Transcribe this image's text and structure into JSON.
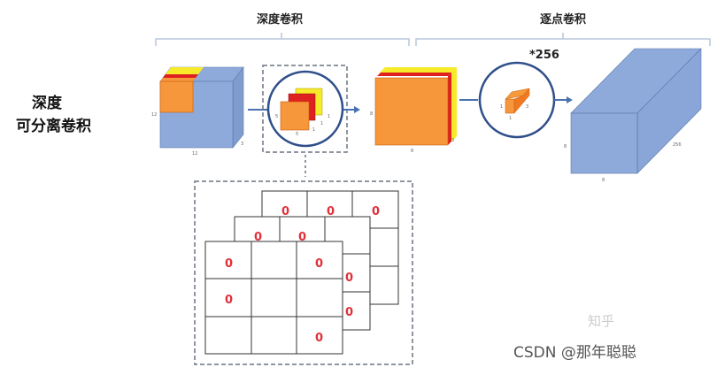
{
  "headers": {
    "depthwise": "深度卷积",
    "pointwise": "逐点卷积"
  },
  "side_label": {
    "line1": "深度",
    "line2": "可分离卷积"
  },
  "multiplier": "*256",
  "dims": {
    "input_h": "12",
    "input_w": "12",
    "input_c": "3",
    "kernel_h": "5",
    "kernel_w": "5",
    "kernel_d1": "1",
    "kernel_d2": "1",
    "kernel_d3": "1",
    "mid_h": "8",
    "mid_w": "8",
    "mid_c": "3",
    "pw_a": "1",
    "pw_b": "1",
    "pw_c": "3",
    "out_h": "8",
    "out_w": "8",
    "out_c": "256"
  },
  "zeros": [
    "0",
    "0",
    "0",
    "0",
    "0",
    "0",
    "0",
    "0",
    "0",
    "0",
    "0"
  ],
  "watermark": {
    "faint": "知乎",
    "main": "CSDN @那年聪聪"
  },
  "colors": {
    "blue": "#8eaadb",
    "orange": "#f5973a",
    "red": "#e02020",
    "yellow": "#f7ea2a",
    "navy": "#2f4f8a",
    "zero": "#e0303a"
  }
}
